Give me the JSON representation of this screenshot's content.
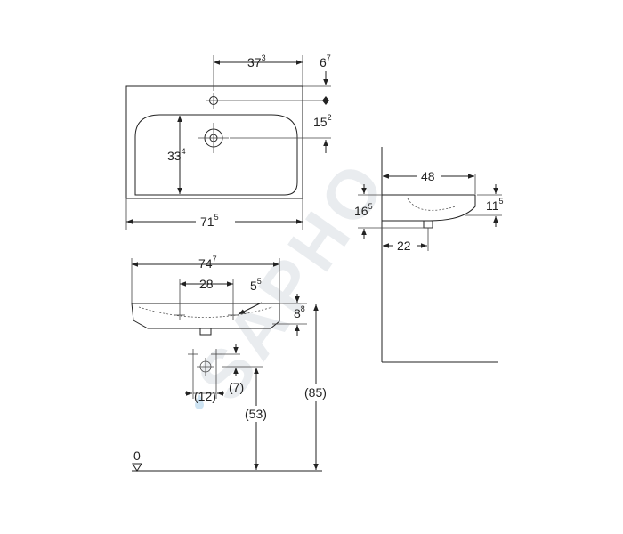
{
  "watermark": "SAPHO",
  "dimensions": {
    "top_view": {
      "hole_offset": {
        "main": "37",
        "sup": "3"
      },
      "hole_edge": {
        "main": "6",
        "sup": "7"
      },
      "drain_offset": {
        "main": "15",
        "sup": "2"
      },
      "depth": {
        "main": "33",
        "sup": "4"
      },
      "width": {
        "main": "71",
        "sup": "5"
      }
    },
    "front_view": {
      "width": {
        "main": "74",
        "sup": "7"
      },
      "fixing_spacing": "28",
      "fixing_height": {
        "main": "5",
        "sup": "5"
      },
      "rim_height": {
        "main": "8",
        "sup": "8"
      },
      "outlet_spacing": "(12)",
      "outlet_offset": "(7)",
      "outlet_height": "(53)",
      "rim_floor_height": "(85)",
      "floor_level": "0"
    },
    "side_view": {
      "projection": "48",
      "rim_depth": {
        "main": "11",
        "sup": "5"
      },
      "total_height": {
        "main": "16",
        "sup": "5"
      },
      "outlet_distance": "22"
    }
  }
}
